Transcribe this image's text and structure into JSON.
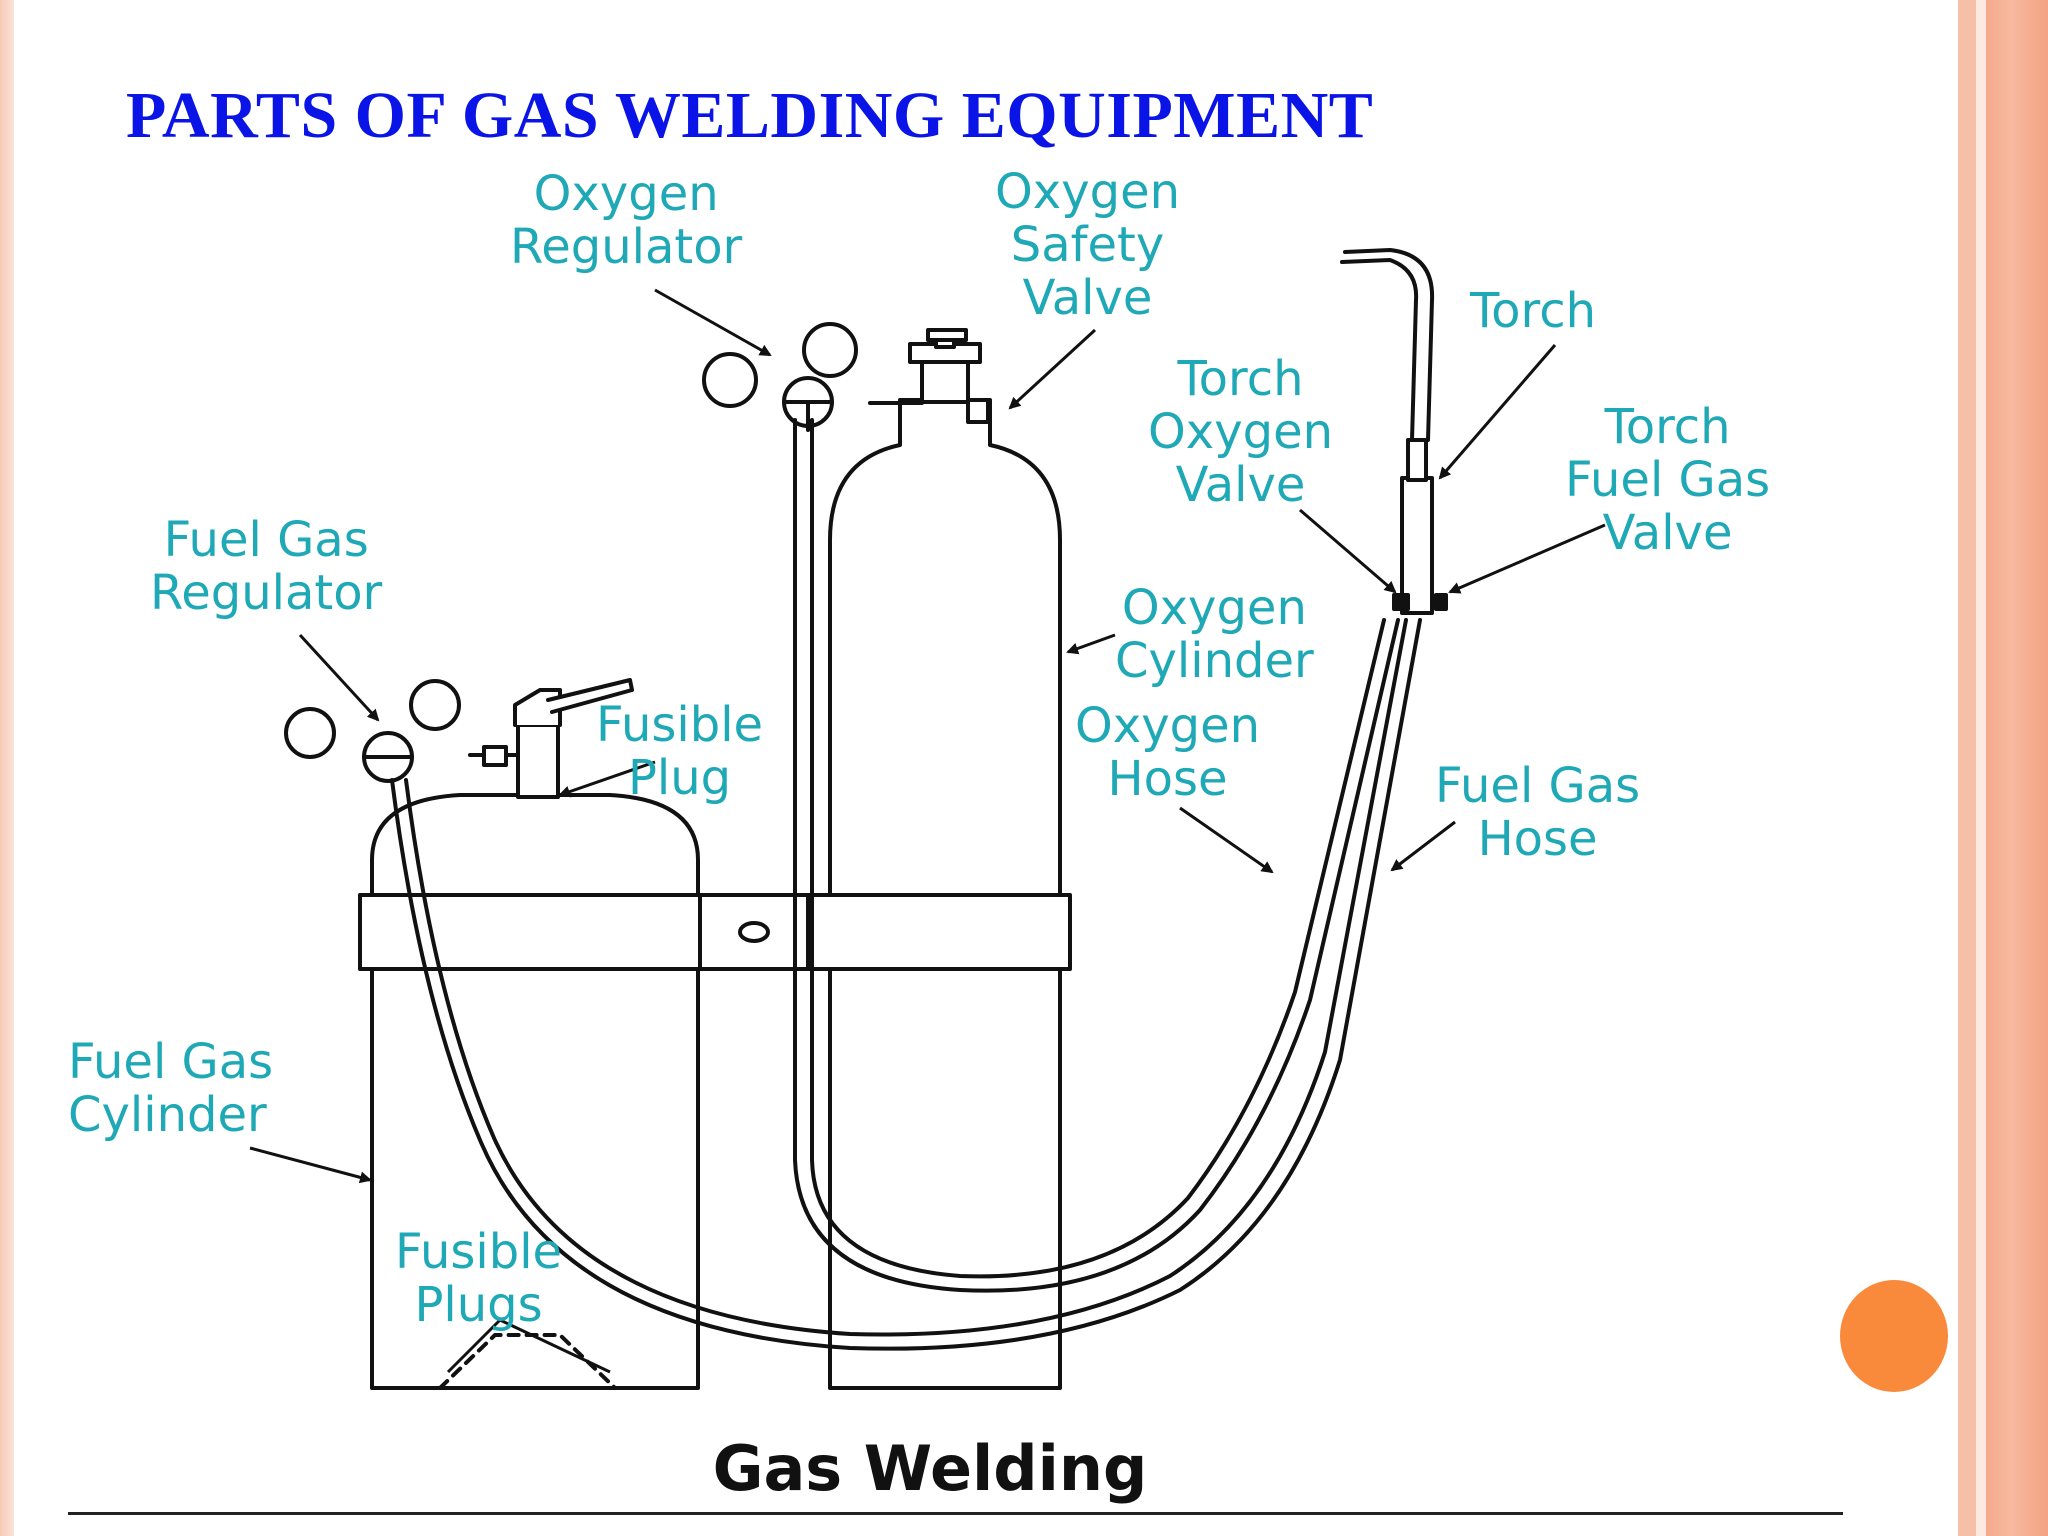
{
  "slide": {
    "title": "PARTS OF GAS WELDING EQUIPMENT",
    "title_color": "#0a14e6",
    "label_color": "#1fa8b5",
    "accent_dot_color": "#f98a3c"
  },
  "diagram": {
    "labels": {
      "oxygen_regulator": [
        "Oxygen",
        "Regulator"
      ],
      "oxygen_safety_valve": [
        "Oxygen",
        "Safety",
        "Valve"
      ],
      "torch": [
        "Torch"
      ],
      "torch_oxygen_valve": [
        "Torch",
        "Oxygen",
        "Valve"
      ],
      "torch_fuel_gas_valve": [
        "Torch",
        "Fuel Gas",
        "Valve"
      ],
      "fuel_gas_regulator": [
        "Fuel Gas",
        "Regulator"
      ],
      "fusible_plug": [
        "Fusible",
        "Plug"
      ],
      "oxygen_cylinder": [
        "Oxygen",
        "Cylinder"
      ],
      "oxygen_hose": [
        "Oxygen",
        "Hose"
      ],
      "fuel_gas_hose": [
        "Fuel Gas",
        "Hose"
      ],
      "fuel_gas_cylinder": [
        "Fuel Gas",
        "Cylinder"
      ],
      "fusible_plugs": [
        "Fusible",
        "Plugs"
      ]
    },
    "caption": "Gas Welding"
  }
}
